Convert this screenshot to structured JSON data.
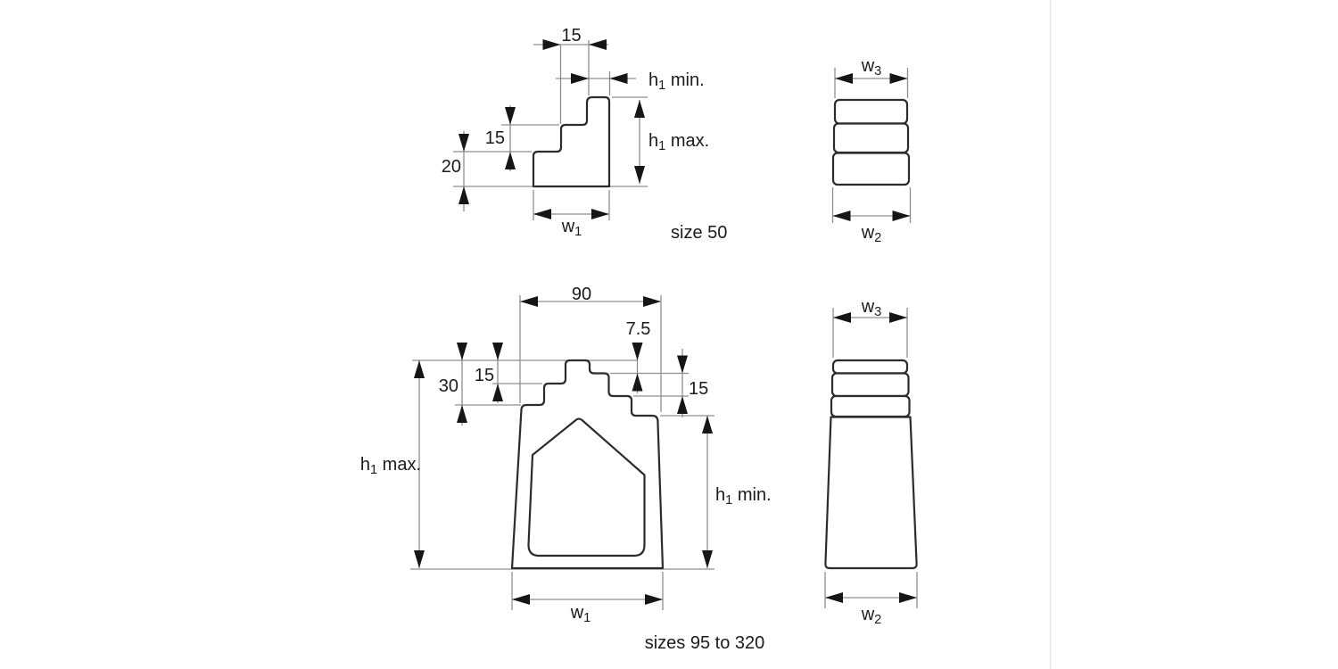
{
  "drawing": {
    "title_hint": "stepped chock profiles dimension drawing",
    "colors": {
      "background": "#ffffff",
      "outline": "#2c2c2c",
      "dimension_lines": "#8f8f8f",
      "arrowheads": "#161616",
      "text": "#1b1b1b",
      "page_divider": "#e5e5e5"
    },
    "size50": {
      "caption": "size 50",
      "width_15": "15",
      "height_15": "15",
      "height_20": "20",
      "h1_min": "h₁ min.",
      "h1_max": "h₁ max.",
      "w1": "w₁",
      "side": {
        "w3": "w₃",
        "w2": "w₂"
      }
    },
    "sizes_95_320": {
      "caption": "sizes 95 to 320",
      "width_90": "90",
      "step_7_5": "7.5",
      "step_15_left": "15",
      "step_15_right": "15",
      "step_30": "30",
      "h1_max": "h₁ max.",
      "h1_min": "h₁ min.",
      "w1": "w₁",
      "side": {
        "w3": "w₃",
        "w2": "w₂"
      }
    }
  }
}
